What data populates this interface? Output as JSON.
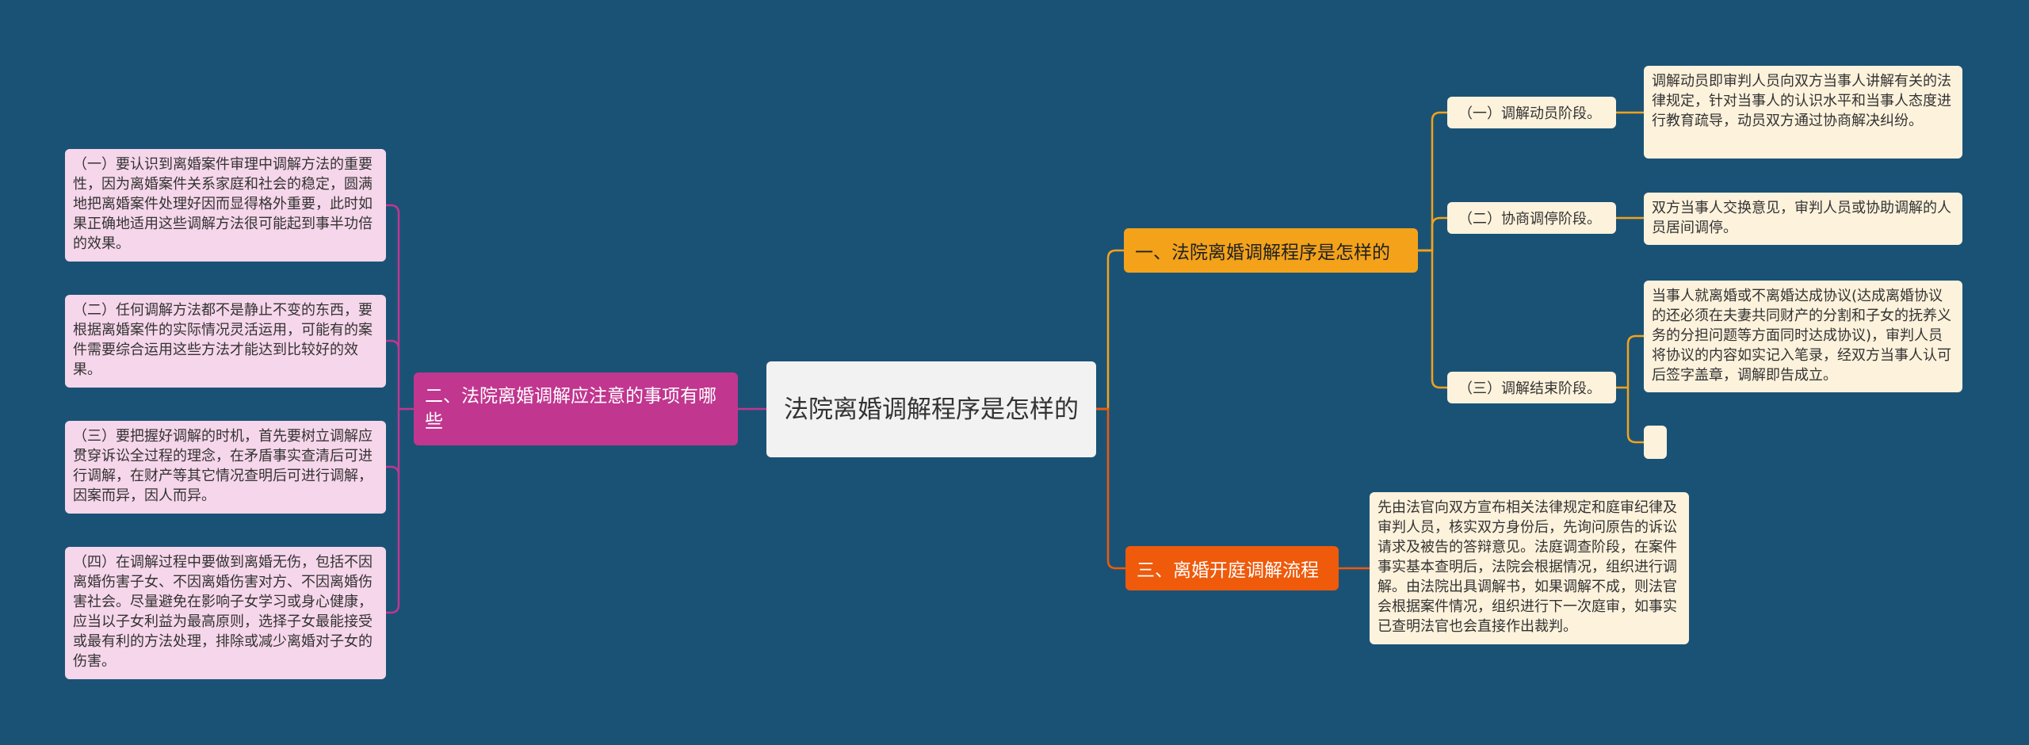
{
  "colors": {
    "background": "#1a5276",
    "branch1": "#f3a21a",
    "branch2": "#c1368f",
    "branch3": "#ef5a0b",
    "leaf_warm": "#fdf2dc",
    "leaf_pink": "#f6d6ea",
    "line_orange": "#f3a21a",
    "line_pink": "#c1368f"
  },
  "root": {
    "text": "法院离婚调解程序是怎样的"
  },
  "branch1": {
    "label": "一、法院离婚调解程序是怎样的",
    "children": [
      {
        "label": "（一）调解动员阶段。",
        "detail": "调解动员即审判人员向双方当事人讲解有关的法律规定，针对当事人的认识水平和当事人态度进行教育疏导，动员双方通过协商解决纠纷。"
      },
      {
        "label": "（二）协商调停阶段。",
        "detail": "双方当事人交换意见，审判人员或协助调解的人员居间调停。"
      },
      {
        "label": "（三）调解结束阶段。",
        "detail": "当事人就离婚或不离婚达成协议(达成离婚协议的还必须在夫妻共同财产的分割和子女的抚养义务的分担问题等方面同时达成协议)，审判人员将协议的内容如实记入笔录，经双方当事人认可后签字盖章，调解即告成立。",
        "detail2": ""
      }
    ]
  },
  "branch2": {
    "label": "二、法院离婚调解应注意的事项有哪些",
    "items": [
      "（一）要认识到离婚案件审理中调解方法的重要性，因为离婚案件关系家庭和社会的稳定，圆满地把离婚案件处理好因而显得格外重要，此时如果正确地适用这些调解方法很可能起到事半功倍的效果。",
      "（二）任何调解方法都不是静止不变的东西，要根据离婚案件的实际情况灵活运用，可能有的案件需要综合运用这些方法才能达到比较好的效果。",
      "（三）要把握好调解的时机，首先要树立调解应贯穿诉讼全过程的理念，在矛盾事实查清后可进行调解，在财产等其它情况查明后可进行调解，因案而异，因人而异。",
      "（四）在调解过程中要做到离婚无伤，包括不因离婚伤害子女、不因离婚伤害对方、不因离婚伤害社会。尽量避免在影响子女学习或身心健康，应当以子女利益为最高原则，选择子女最能接受或最有利的方法处理，排除或减少离婚对子女的伤害。"
    ]
  },
  "branch3": {
    "label": "三、离婚开庭调解流程",
    "detail": "先由法官向双方宣布相关法律规定和庭审纪律及审判人员，核实双方身份后，先询问原告的诉讼请求及被告的答辩意见。法庭调查阶段，在案件事实基本查明后，法院会根据情况，组织进行调解。由法院出具调解书，如果调解不成，则法官会根据案件情况，组织进行下一次庭审，如事实已查明法官也会直接作出裁判。"
  }
}
